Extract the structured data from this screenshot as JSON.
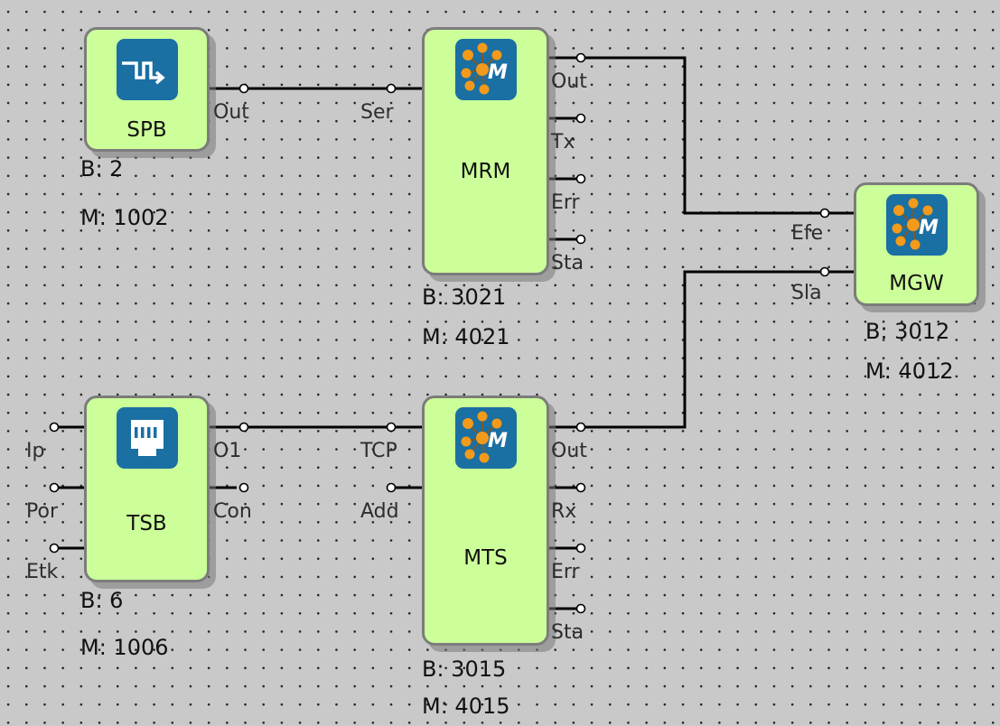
{
  "blocks": {
    "spb": {
      "name": "SPB",
      "b": "B: 2",
      "m": "M: 1002",
      "outputs": [
        "Out"
      ]
    },
    "mrm": {
      "name": "MRM",
      "b": "B: 3021",
      "m": "M: 4021",
      "inputs": [
        "Ser"
      ],
      "outputs": [
        "Out",
        "Tx",
        "Err",
        "Sta"
      ]
    },
    "mgw": {
      "name": "MGW",
      "b": "B: 3012",
      "m": "M: 4012",
      "inputs": [
        "Efe",
        "Sla"
      ]
    },
    "tsb": {
      "name": "TSB",
      "b": "B: 6",
      "m": "M: 1006",
      "inputs": [
        "Ip",
        "Por",
        "Etk"
      ],
      "outputs": [
        "O1",
        "Con"
      ]
    },
    "mts": {
      "name": "MTS",
      "b": "B: 3015",
      "m": "M: 4015",
      "inputs": [
        "TCP",
        "Add"
      ],
      "outputs": [
        "Out",
        "Rx",
        "Err",
        "Sta"
      ]
    }
  },
  "colors": {
    "canvas": "#c9c9c9",
    "block_fill": "#ccff99",
    "block_border": "#7c7c7c",
    "icon_bg": "#1a6fa3",
    "wire": "#000000"
  },
  "icons": {
    "spb": "square-pulse-icon",
    "mrm": "modbus-flower-icon",
    "mgw": "modbus-flower-icon",
    "tsb": "ethernet-port-icon",
    "mts": "modbus-flower-icon"
  }
}
